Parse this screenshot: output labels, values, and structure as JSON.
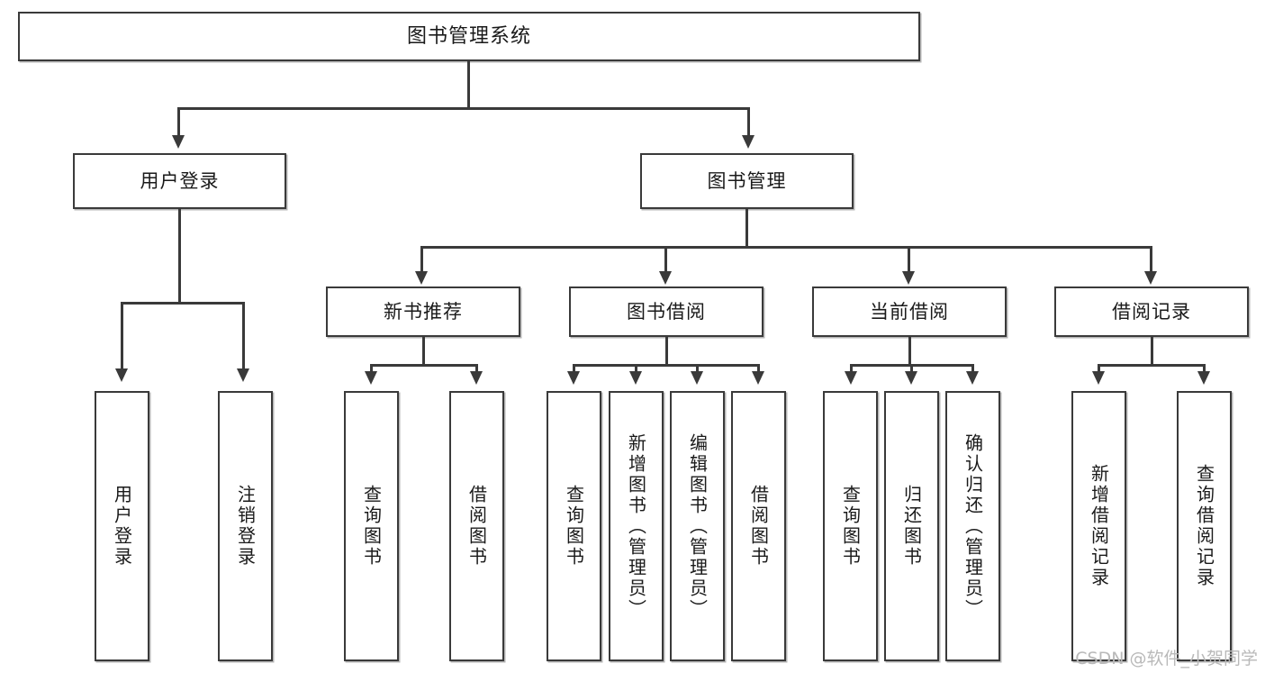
{
  "diagram": {
    "kind": "tree",
    "title": "图书管理系统",
    "watermark": "CSDN @软件_小贺同学",
    "colors": {
      "box_border": "#3a3a3a",
      "box_fill": "#ffffff",
      "connector": "#3a3a3a",
      "text": "#1a1a1a",
      "watermark": "#b9b9b9",
      "background": "#ffffff"
    },
    "nodes": {
      "root": {
        "label": "图书管理系统"
      },
      "level2": [
        {
          "label": "用户登录"
        },
        {
          "label": "图书管理"
        }
      ],
      "level3": [
        {
          "label": "新书推荐"
        },
        {
          "label": "图书借阅"
        },
        {
          "label": "当前借阅"
        },
        {
          "label": "借阅记录"
        }
      ],
      "leaves": {
        "user_login": [
          {
            "label": "用户登录"
          },
          {
            "label": "注销登录"
          }
        ],
        "new_book": [
          {
            "label": "查询图书"
          },
          {
            "label": "借阅图书"
          }
        ],
        "book_borrow": [
          {
            "label": "查询图书"
          },
          {
            "label": "新增图书（管理员）"
          },
          {
            "label": "编辑图书（管理员）"
          },
          {
            "label": "借阅图书"
          }
        ],
        "current_borrow": [
          {
            "label": "查询图书"
          },
          {
            "label": "归还图书"
          },
          {
            "label": "确认归还（管理员）"
          }
        ],
        "borrow_record": [
          {
            "label": "新增借阅记录"
          },
          {
            "label": "查询借阅记录"
          }
        ]
      }
    }
  }
}
